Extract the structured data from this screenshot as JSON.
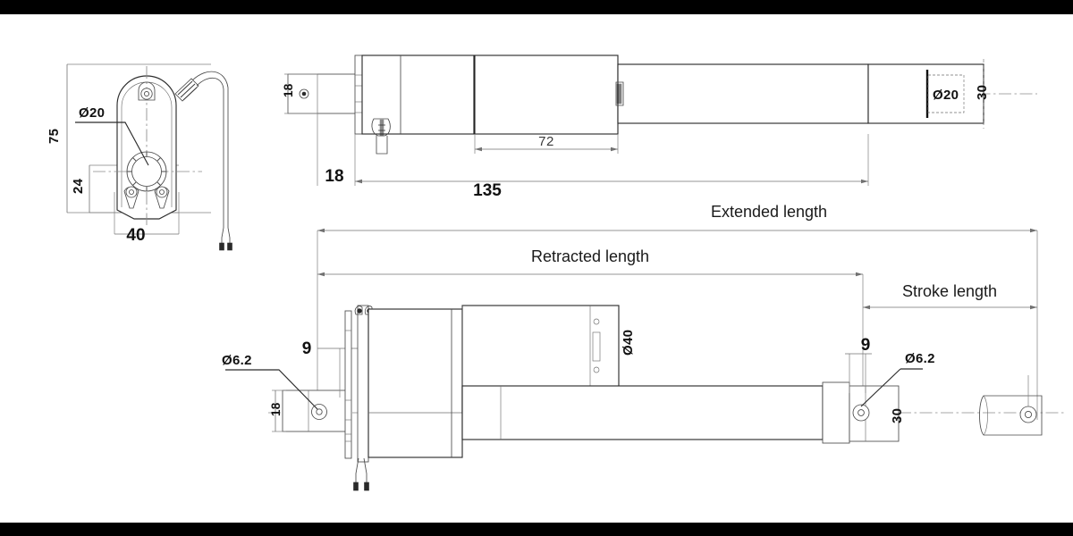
{
  "document": {
    "type": "engineering-drawing",
    "subject": "Linear actuator dimensional drawing",
    "background_color": "#ffffff",
    "line_color": "#2e2e2e",
    "letterbox_color": "#000000"
  },
  "views": {
    "front_view": {
      "name": "Mounting bracket front view",
      "dimensions": {
        "overall_height": "75",
        "bracket_height": "24",
        "width": "40",
        "bore": "Ø20"
      }
    },
    "side_view_top": {
      "name": "Actuator side view (retracted, top)",
      "dimensions": {
        "clevis_width": "18",
        "clevis_offset": "18",
        "motor_length": "72",
        "overall_length": "135",
        "rod_end_bore": "Ø20",
        "rod_end_height": "30"
      }
    },
    "side_view_bottom": {
      "name": "Actuator side view with stroke annotations",
      "dimensions": {
        "rear_clevis_bore": "Ø6.2",
        "rear_clevis_thickness": "9",
        "rear_clevis_height": "18",
        "body_diameter": "Ø40",
        "front_clevis_thickness": "9",
        "front_clevis_bore": "Ø6.2",
        "front_clevis_height": "30"
      },
      "annotations": {
        "extended": "Extended length",
        "retracted": "Retracted length",
        "stroke": "Stroke length"
      }
    }
  },
  "labels": {
    "dia_20": "Ø20",
    "dia_40": "Ø40",
    "dia_6_2": "Ø6.2",
    "n_75": "75",
    "n_24": "24",
    "n_40": "40",
    "n_18": "18",
    "n_18_b": "18",
    "n_18_c": "18",
    "n_72": "72",
    "n_135": "135",
    "n_30": "30",
    "n_30_b": "30",
    "n_9": "9",
    "n_9_b": "9",
    "extended_length": "Extended length",
    "retracted_length": "Retracted length",
    "stroke_length": "Stroke length"
  }
}
